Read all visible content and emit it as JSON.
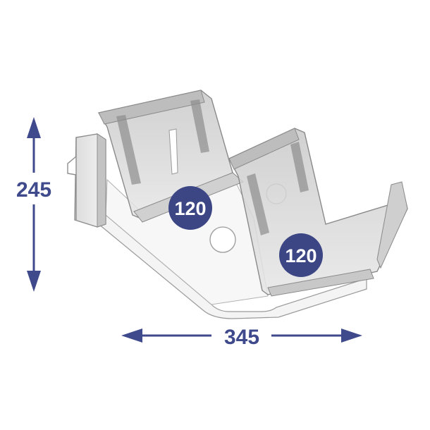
{
  "dimensions": {
    "height": "245",
    "width": "345"
  },
  "pockets": [
    {
      "label": "120"
    },
    {
      "label": "120"
    }
  ],
  "colors": {
    "accent": "#3f4a8c",
    "badge_fill": "#3c4685",
    "badge_text": "#ffffff",
    "outline": "#9a9a9a",
    "acrylic": "#d8d8d8"
  }
}
